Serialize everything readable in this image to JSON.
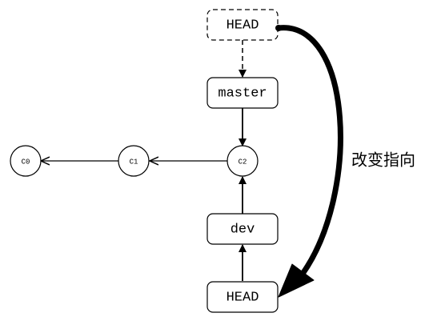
{
  "diagram": {
    "head_top": "HEAD",
    "master": "master",
    "dev": "dev",
    "head_bottom": "HEAD",
    "commits": [
      "C0",
      "C1",
      "C2"
    ],
    "arrow_caption": "改变指向"
  },
  "colors": {
    "stroke": "#000000",
    "fill": "#ffffff"
  }
}
